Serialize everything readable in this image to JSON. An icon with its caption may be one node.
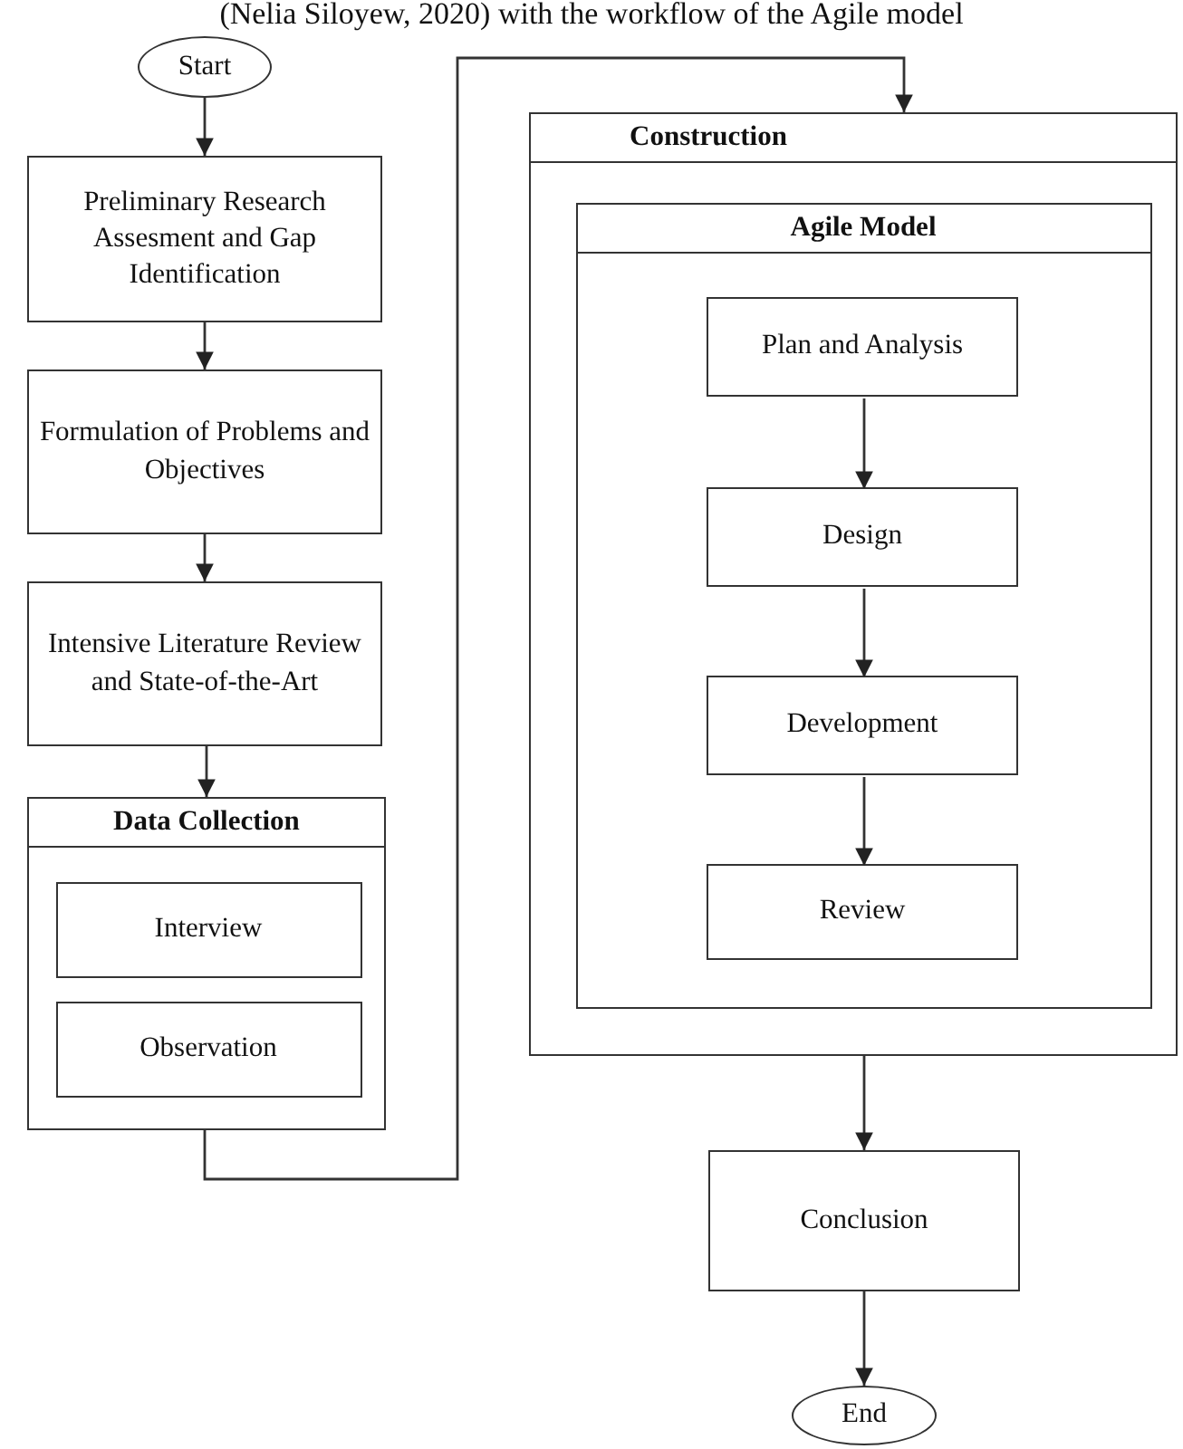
{
  "diagram": {
    "nodes": [
      {
        "text": [
          "Start"
        ]
      },
      {
        "text": [
          "Preliminary Research Assesment and Gap Identification"
        ]
      },
      {
        "text": [
          "Formulation of Problems and Objectives"
        ]
      },
      {
        "text": [
          "Intensive Literature Review and State-of-the-Art"
        ]
      },
      {
        "text": [
          "Data Collection"
        ]
      },
      {
        "text": [
          "Interview"
        ],
        "in": 4
      },
      {
        "text": [
          "Observation"
        ],
        "in": 4
      },
      {
        "text": [
          "Construction"
        ]
      },
      {
        "text": [
          "Agile Model"
        ],
        "in": 7
      },
      {
        "text": [
          "Plan and Analysis"
        ],
        "in": 8
      },
      {
        "text": [
          "Design"
        ],
        "in": 8
      },
      {
        "text": [
          "Development"
        ],
        "in": 8
      },
      {
        "text": [
          "Review"
        ],
        "in": 8
      },
      {
        "text": [
          "Conclusion"
        ]
      },
      {
        "text": [
          "End"
        ]
      }
    ],
    "edges": [
      {
        "from": 0,
        "to": 1,
        "arrow": "to"
      },
      {
        "from": 1,
        "to": 2,
        "arrow": "to"
      },
      {
        "from": 2,
        "to": 3,
        "arrow": "to"
      },
      {
        "from": 3,
        "to": 4,
        "arrow": "to"
      },
      {
        "from": 4,
        "to": 7,
        "arrow": "to"
      },
      {
        "from": 9,
        "to": 10,
        "arrow": "to"
      },
      {
        "from": 10,
        "to": 11,
        "arrow": "to"
      },
      {
        "from": 11,
        "to": 12,
        "arrow": "to"
      },
      {
        "from": 7,
        "to": 13,
        "arrow": "to"
      },
      {
        "from": 13,
        "to": 14,
        "arrow": "to"
      }
    ],
    "labels": [
      "(Nelia Siloyew, 2020) with the workflow of the Agile model"
    ]
  }
}
